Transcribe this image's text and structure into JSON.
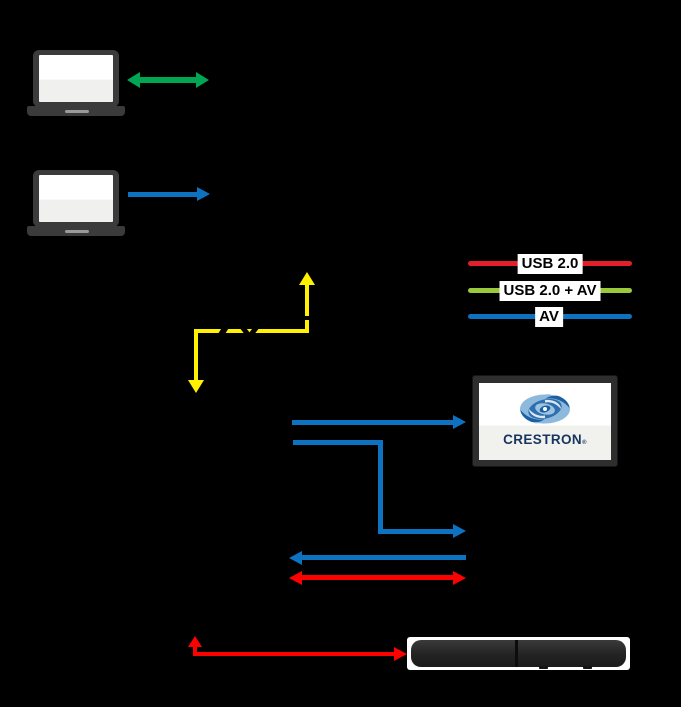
{
  "canvas": {
    "background": "#000000"
  },
  "colors": {
    "green_arrow": "#00a651",
    "blue": "#0d72c0",
    "red_arrow": "#fb0200",
    "red_legend": "#e31f2b",
    "legend_green": "#9aca3c",
    "yellow": "#fff100",
    "device_gray": "#3b3b3b",
    "crestron_navy": "#19355f"
  },
  "legend": {
    "items": [
      {
        "label": "USB 2.0",
        "color": "#e31f2b"
      },
      {
        "label": "USB 2.0 + AV",
        "color": "#9aca3c"
      },
      {
        "label": "AV",
        "color": "#0d72c0"
      }
    ]
  },
  "display": {
    "brand_label": "CRESTRON",
    "brand_mark": "®",
    "logo_icon": "crestron-swirl-logo"
  },
  "devices": [
    {
      "name": "laptop-top",
      "icon": "laptop-icon"
    },
    {
      "name": "laptop-bottom",
      "icon": "laptop-icon"
    },
    {
      "name": "crestron-display",
      "icon": "flat-panel-display-icon"
    },
    {
      "name": "video-soundbar",
      "icon": "soundbar-icon"
    }
  ],
  "arrows": [
    {
      "name": "laptop-top-bidirectional-link",
      "color": "#00a651",
      "heads": "both",
      "shape": "horizontal"
    },
    {
      "name": "laptop-bottom-link",
      "color": "#0d72c0",
      "heads": "right",
      "shape": "horizontal"
    },
    {
      "name": "yellow-elbow-link",
      "color": "#fff100",
      "heads": "up-down",
      "shape": "elbow"
    },
    {
      "name": "av-to-display",
      "color": "#0d72c0",
      "heads": "right",
      "shape": "horizontal"
    },
    {
      "name": "av-elbow-down",
      "color": "#0d72c0",
      "heads": "right",
      "shape": "elbow"
    },
    {
      "name": "av-return",
      "color": "#0d72c0",
      "heads": "left",
      "shape": "horizontal"
    },
    {
      "name": "usb-bidirectional",
      "color": "#fb0200",
      "heads": "both",
      "shape": "horizontal"
    },
    {
      "name": "usb-to-soundbar",
      "color": "#fb0200",
      "heads": "up-right",
      "shape": "elbow"
    }
  ]
}
